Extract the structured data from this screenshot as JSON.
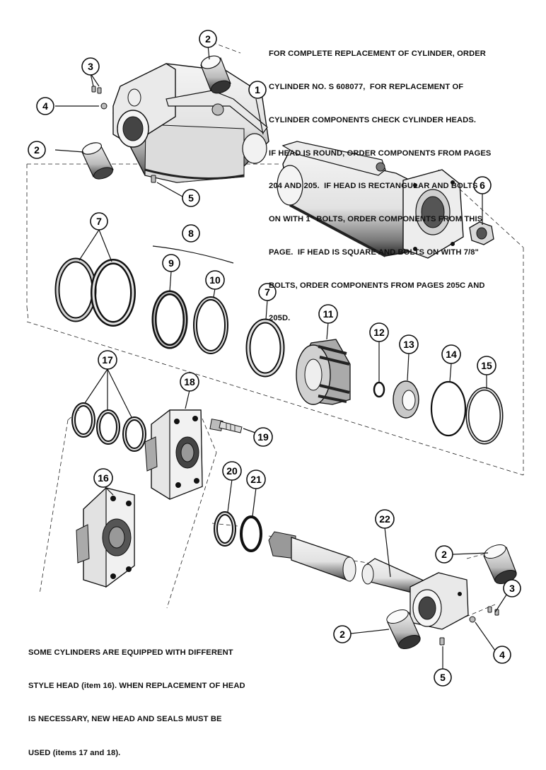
{
  "notes": {
    "top": [
      "FOR COMPLETE REPLACEMENT OF CYLINDER, ORDER",
      "CYLINDER NO. S 608077,  FOR REPLACEMENT OF",
      "CYLINDER COMPONENTS CHECK CYLINDER HEADS.",
      "IF HEAD IS ROUND, ORDER COMPONENTS FROM PAGES",
      "204 AND 205.  IF HEAD IS RECTANGULAR AND BOLTS",
      "ON WITH 1\" BOLTS, ORDER COMPONENTS FROM THIS",
      "PAGE.  IF HEAD IS SQUARE AND BOLTS ON WITH 7/8\"",
      "BOLTS, ORDER COMPONENTS FROM PAGES 205C AND",
      "205D."
    ],
    "bottom": [
      "SOME CYLINDERS ARE EQUIPPED WITH DIFFERENT",
      "STYLE HEAD (item 16). WHEN REPLACEMENT OF HEAD",
      "IS NECESSARY, NEW HEAD AND SEALS MUST BE",
      "USED (items 17 and 18)."
    ]
  },
  "callouts": {
    "c1": "1",
    "c2a": "2",
    "c2b": "2",
    "c2c": "2",
    "c2d": "2",
    "c3a": "3",
    "c3b": "3",
    "c4a": "4",
    "c4b": "4",
    "c5a": "5",
    "c5b": "5",
    "c6": "6",
    "c7a": "7",
    "c7b": "7",
    "c8": "8",
    "c9": "9",
    "c10": "10",
    "c11": "11",
    "c12": "12",
    "c13": "13",
    "c14": "14",
    "c15": "15",
    "c16": "16",
    "c17": "17",
    "c18": "18",
    "c19": "19",
    "c20": "20",
    "c21": "21",
    "c22": "22"
  },
  "colors": {
    "ink": "#111111",
    "shade": "#8a8a8a",
    "light": "#d6d6d6"
  }
}
